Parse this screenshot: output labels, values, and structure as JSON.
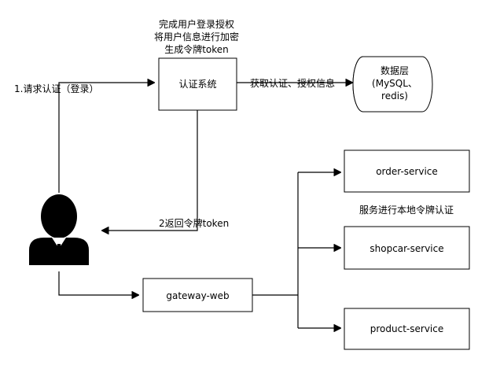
{
  "auth_note": {
    "line1": "完成用户登录授权",
    "line2": "将用户信息进行加密",
    "line3": "生成令牌token"
  },
  "auth_system": {
    "label": "认证系统"
  },
  "request_auth": {
    "label": "1.请求认证（登录）"
  },
  "fetch_auth": {
    "label": "获取认证、授权信息"
  },
  "data_layer": {
    "line1": "数据层",
    "line2": "(MySQL、",
    "line3": "redis)"
  },
  "return_token": {
    "label": "2返回令牌token"
  },
  "gateway": {
    "label": "gateway-web"
  },
  "services": {
    "order": "order-service",
    "shopcar": "shopcar-service",
    "product": "product-service",
    "note": "服务进行本地令牌认证"
  },
  "colors": {
    "stroke": "#000000",
    "background": "#ffffff"
  },
  "icons": {
    "user": "user-icon"
  }
}
